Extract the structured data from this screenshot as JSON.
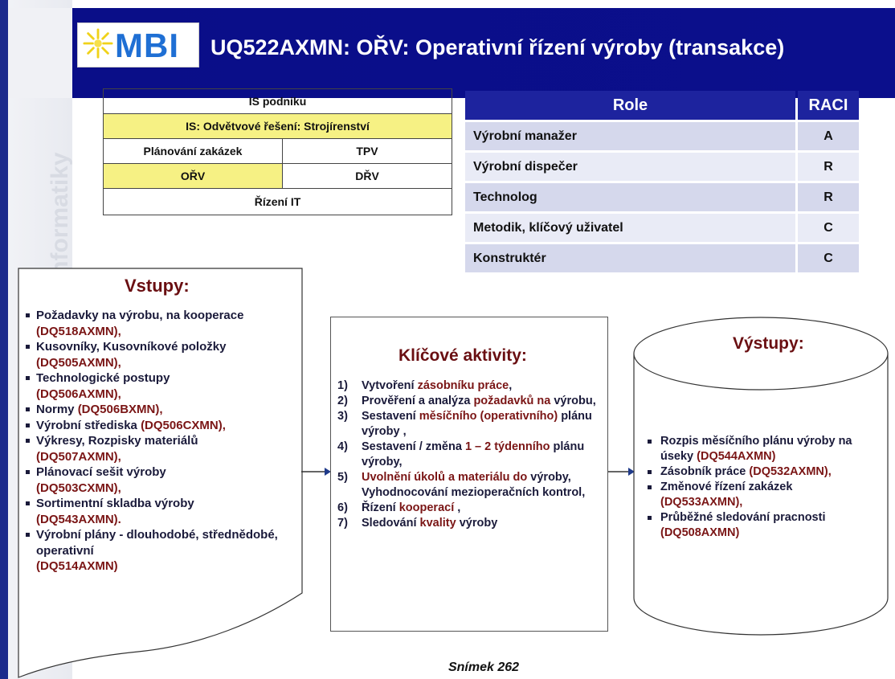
{
  "header": {
    "logo": "MBI",
    "title": "UQ522AXMN: OŘV: Operativní řízení výroby (transakce)",
    "side_text": "MBI - Management byznys informatiky"
  },
  "is_table": {
    "top": "IS podniku",
    "sector": "IS: Odvětvové řešení: Strojírenství",
    "left1": "Plánování zakázek",
    "right1": "TPV",
    "left2": "OŘV",
    "right2": "DŘV",
    "bottom": "Řízení IT"
  },
  "roles": {
    "header_role": "Role",
    "header_raci": "RACI",
    "rows": [
      {
        "name": "Výrobní manažer",
        "raci": "A"
      },
      {
        "name": "Výrobní dispečer",
        "raci": "R"
      },
      {
        "name": "Technolog",
        "raci": "R"
      },
      {
        "name": "Metodik, klíčový uživatel",
        "raci": "C"
      },
      {
        "name": "Konstruktér",
        "raci": "C"
      }
    ]
  },
  "inputs": {
    "title": "Vstupy:",
    "items": [
      {
        "text": "Požadavky na výrobu, na kooperace",
        "code": "(DQ518AXMN),"
      },
      {
        "text": "Kusovníky, Kusovníkové položky",
        "code": "(DQ505AXMN),"
      },
      {
        "text": "Technologické postupy",
        "code": "(DQ506AXMN),"
      },
      {
        "text": "Normy",
        "code": "(DQ506BXMN),"
      },
      {
        "text": "Výrobní střediska",
        "code": "(DQ506CXMN),"
      },
      {
        "text": "Výkresy, Rozpisky materiálů",
        "code": "(DQ507AXMN),"
      },
      {
        "text": "Plánovací sešit výroby",
        "code": "(DQ503CXMN),"
      },
      {
        "text": "Sortimentní skladba výroby",
        "code": "(DQ543AXMN)."
      },
      {
        "text": "Výrobní plány - dlouhodobé, střednědobé, operativní",
        "code": "(DQ514AXMN)"
      }
    ]
  },
  "activities": {
    "title": "Klíčové aktivity:",
    "items": [
      {
        "num": "1)",
        "a": "Vytvoření ",
        "hl": "zásobníku práce",
        "b": ","
      },
      {
        "num": "2)",
        "a": "Prověření a analýza ",
        "hl": "požadavků na",
        "b": " výrobu,"
      },
      {
        "num": "3)",
        "a": "Sestavení ",
        "hl": "měsíčního (operativního)",
        "b": " plánu výroby ,"
      },
      {
        "num": "4)",
        "a": "Sestavení / změna ",
        "hl": "1 – 2 týdenního",
        "b": " plánu výroby,"
      },
      {
        "num": "5)",
        "a": "",
        "hl": "Uvolnění úkolů a materiálu do",
        "b": " výroby, Vyhodnocování mezioperačních kontrol,"
      },
      {
        "num": "6)",
        "a": " Řízení ",
        "hl": "kooperací",
        "b": " ,"
      },
      {
        "num": "7)",
        "a": "Sledování ",
        "hl": "kvality",
        "b": " výroby"
      }
    ]
  },
  "outputs": {
    "title": "Výstupy:",
    "items": [
      {
        "text": "Rozpis měsíčního plánu výroby na úseky",
        "code": "(DQ544AXMN)"
      },
      {
        "text": "Zásobník práce",
        "code": "(DQ532AXMN),"
      },
      {
        "text": "Změnové řízení zakázek",
        "code": "(DQ533AXMN),"
      },
      {
        "text": "Průběžné sledování pracnosti",
        "code": "(DQ508AXMN)"
      }
    ]
  },
  "footer": "Snímek  262",
  "colors": {
    "header_blue": "#0a0e88",
    "role_blue": "#1d239e",
    "yellow": "#f6f184",
    "code_red": "#7a1515"
  }
}
